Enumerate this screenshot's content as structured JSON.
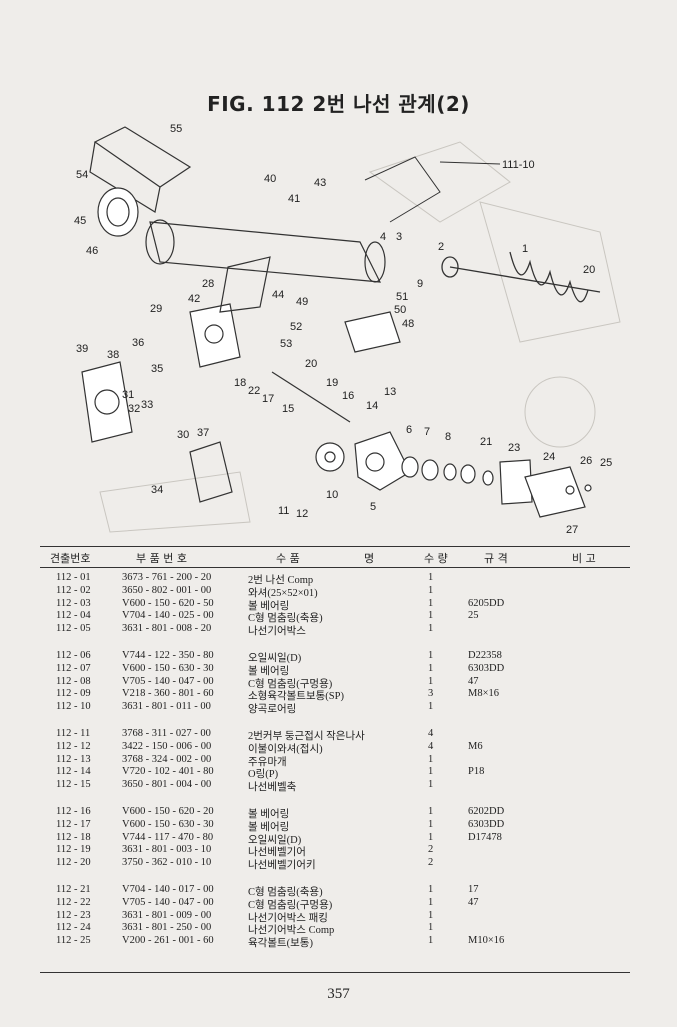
{
  "title": "FIG. 112 2번 나선 관계(2)",
  "diagram_labels": {
    "l111_10": "111-10",
    "l1": "1",
    "l2": "2",
    "l3": "3",
    "l4": "4",
    "l5": "5",
    "l6": "6",
    "l7": "7",
    "l8": "8",
    "l9": "9",
    "l10": "10",
    "l11": "11",
    "l12": "12",
    "l13": "13",
    "l14": "14",
    "l15": "15",
    "l16": "16",
    "l17": "17",
    "l18": "18",
    "l19": "19",
    "l20a": "20",
    "l20b": "20",
    "l21": "21",
    "l22": "22",
    "l23": "23",
    "l24": "24",
    "l25": "25",
    "l26": "26",
    "l27": "27",
    "l28": "28",
    "l29": "29",
    "l30": "30",
    "l31": "31",
    "l32": "32",
    "l33": "33",
    "l34": "34",
    "l35": "35",
    "l36": "36",
    "l37": "37",
    "l38": "38",
    "l39": "39",
    "l40": "40",
    "l41": "41",
    "l42": "42",
    "l43": "43",
    "l44": "44",
    "l45": "45",
    "l46": "46",
    "l48": "48",
    "l49": "49",
    "l50": "50",
    "l51": "51",
    "l52": "52",
    "l53": "53",
    "l54": "54",
    "l55": "55"
  },
  "table": {
    "headers": {
      "no": "견출번호",
      "part_number": "부  품  번  호",
      "name_left": "수     품",
      "name_right": "명",
      "qty": "수  량",
      "spec": "규    격",
      "remarks": "비    고"
    },
    "groups": [
      [
        {
          "no": "112 - 01",
          "part": "3673 - 761 - 200 - 20",
          "name": "2번 나선 Comp",
          "qty": "1",
          "spec": ""
        },
        {
          "no": "112 - 02",
          "part": "3650 - 802 - 001 - 00",
          "name": "와셔(25×52×01)",
          "qty": "1",
          "spec": ""
        },
        {
          "no": "112 - 03",
          "part": "V600 - 150 - 620 - 50",
          "name": "볼 베어링",
          "qty": "1",
          "spec": "6205DD"
        },
        {
          "no": "112 - 04",
          "part": "V704 - 140 - 025 - 00",
          "name": "C형 멈춤링(축용)",
          "qty": "1",
          "spec": "25"
        },
        {
          "no": "112 - 05",
          "part": "3631 - 801 - 008 - 20",
          "name": "나선기어박스",
          "qty": "1",
          "spec": ""
        }
      ],
      [
        {
          "no": "112 - 06",
          "part": "V744 - 122 - 350 - 80",
          "name": "오일씨일(D)",
          "qty": "1",
          "spec": "D22358"
        },
        {
          "no": "112 - 07",
          "part": "V600 - 150 - 630 - 30",
          "name": "볼 베어링",
          "qty": "1",
          "spec": "6303DD"
        },
        {
          "no": "112 - 08",
          "part": "V705 - 140 - 047 - 00",
          "name": "C형 멈춤링(구멍용)",
          "qty": "1",
          "spec": "47"
        },
        {
          "no": "112 - 09",
          "part": "V218 - 360 - 801 - 60",
          "name": "소형육각볼트보통(SP)",
          "qty": "3",
          "spec": "M8×16"
        },
        {
          "no": "112 - 10",
          "part": "3631 - 801 - 011 - 00",
          "name": "양곡로어링",
          "qty": "1",
          "spec": ""
        }
      ],
      [
        {
          "no": "112 - 11",
          "part": "3768 - 311 - 027 - 00",
          "name": "2번커부 둥근접시 작은나사",
          "qty": "4",
          "spec": ""
        },
        {
          "no": "112 - 12",
          "part": "3422 - 150 - 006 - 00",
          "name": "이불이와셔(접시)",
          "qty": "4",
          "spec": "M6"
        },
        {
          "no": "112 - 13",
          "part": "3768 - 324 - 002 - 00",
          "name": "주유마개",
          "qty": "1",
          "spec": ""
        },
        {
          "no": "112 - 14",
          "part": "V720 - 102 - 401 - 80",
          "name": "O링(P)",
          "qty": "1",
          "spec": "P18"
        },
        {
          "no": "112 - 15",
          "part": "3650 - 801 - 004 - 00",
          "name": "나선베벨축",
          "qty": "1",
          "spec": ""
        }
      ],
      [
        {
          "no": "112 - 16",
          "part": "V600 - 150 - 620 - 20",
          "name": "볼 베어링",
          "qty": "1",
          "spec": "6202DD"
        },
        {
          "no": "112 - 17",
          "part": "V600 - 150 - 630 - 30",
          "name": "볼 베어링",
          "qty": "1",
          "spec": "6303DD"
        },
        {
          "no": "112 - 18",
          "part": "V744 - 117 - 470 - 80",
          "name": "오일씨일(D)",
          "qty": "1",
          "spec": "D17478"
        },
        {
          "no": "112 - 19",
          "part": "3631 - 801 - 003 - 10",
          "name": "나선베벨기어",
          "qty": "2",
          "spec": ""
        },
        {
          "no": "112 - 20",
          "part": "3750 - 362 - 010 - 10",
          "name": "나선베벨기어키",
          "qty": "2",
          "spec": ""
        }
      ],
      [
        {
          "no": "112 - 21",
          "part": "V704 - 140 - 017 - 00",
          "name": "C형 멈춤링(축용)",
          "qty": "1",
          "spec": "17"
        },
        {
          "no": "112 - 22",
          "part": "V705 - 140 - 047 - 00",
          "name": "C형 멈춤링(구멍용)",
          "qty": "1",
          "spec": "47"
        },
        {
          "no": "112 - 23",
          "part": "3631 - 801 - 009 - 00",
          "name": "나선기어박스 패킹",
          "qty": "1",
          "spec": ""
        },
        {
          "no": "112 - 24",
          "part": "3631 - 801 - 250 - 00",
          "name": "나선기어박스 Comp",
          "qty": "1",
          "spec": ""
        },
        {
          "no": "112 - 25",
          "part": "V200 - 261 - 001 - 60",
          "name": "육각볼트(보통)",
          "qty": "1",
          "spec": "M10×16"
        }
      ]
    ]
  },
  "page_number": "357"
}
